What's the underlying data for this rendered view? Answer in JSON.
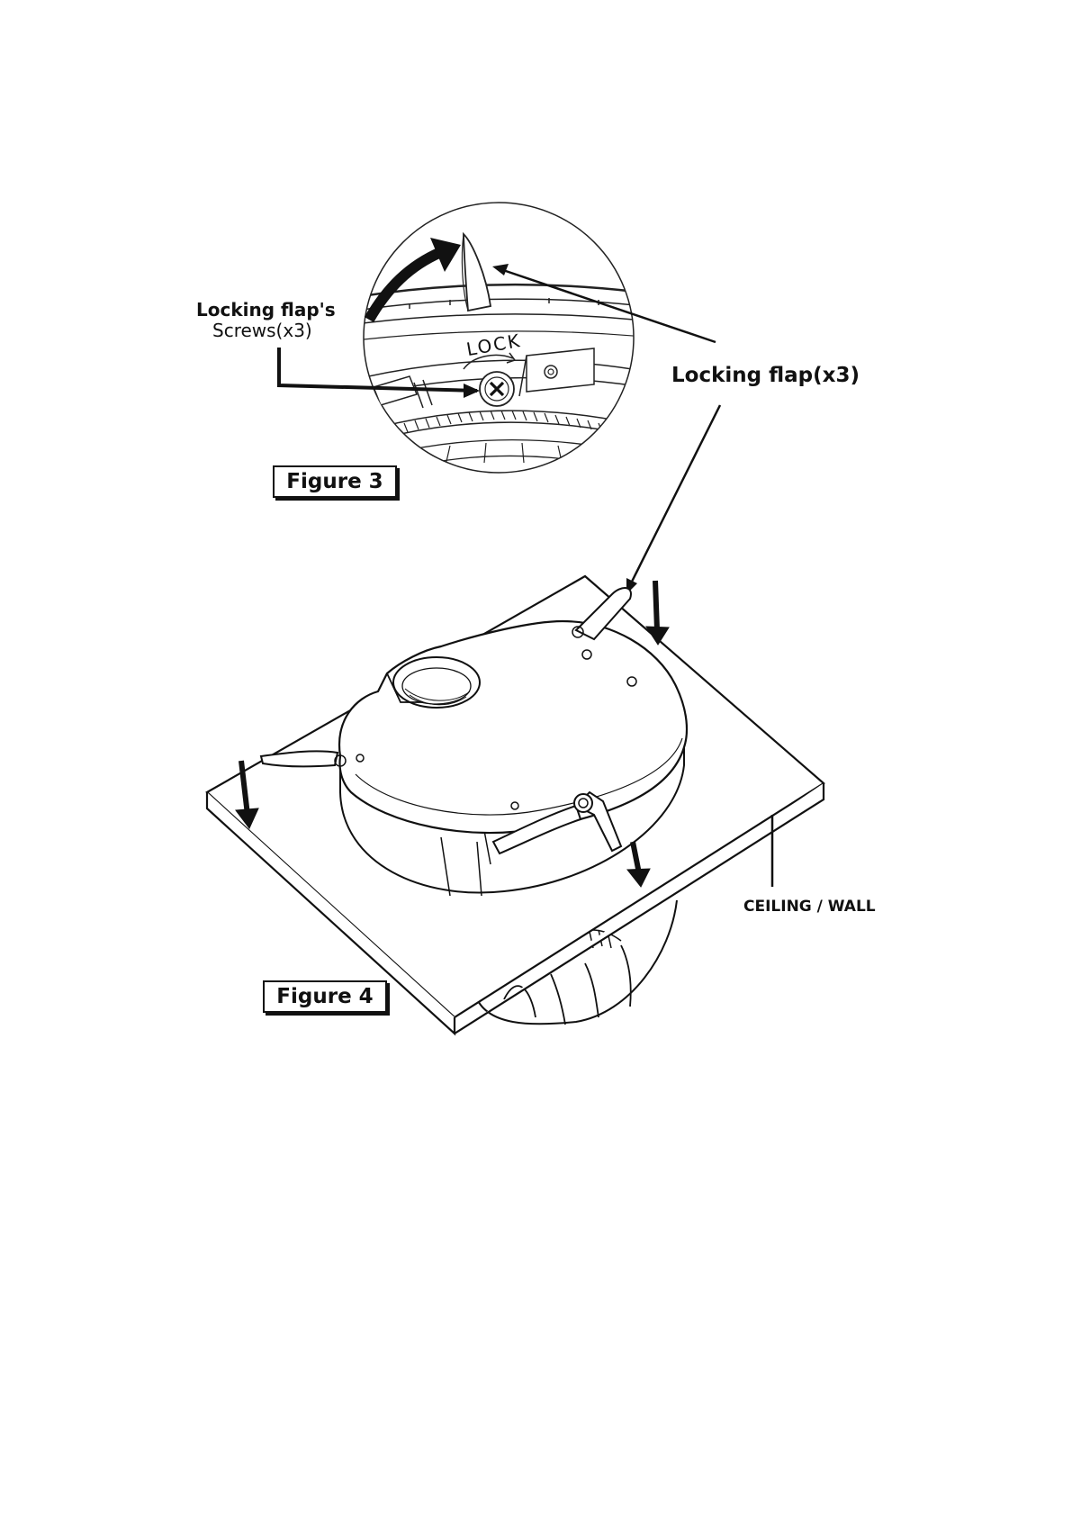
{
  "labels": {
    "screws_line1": "Locking flap's",
    "screws_line2": "Screws(x3)",
    "lock": "LOCK",
    "locking_flap": "Locking flap(x3)",
    "ceiling_wall": "CEILING / WALL"
  },
  "figures": {
    "figure3": "Figure 3",
    "figure4": "Figure 4"
  }
}
